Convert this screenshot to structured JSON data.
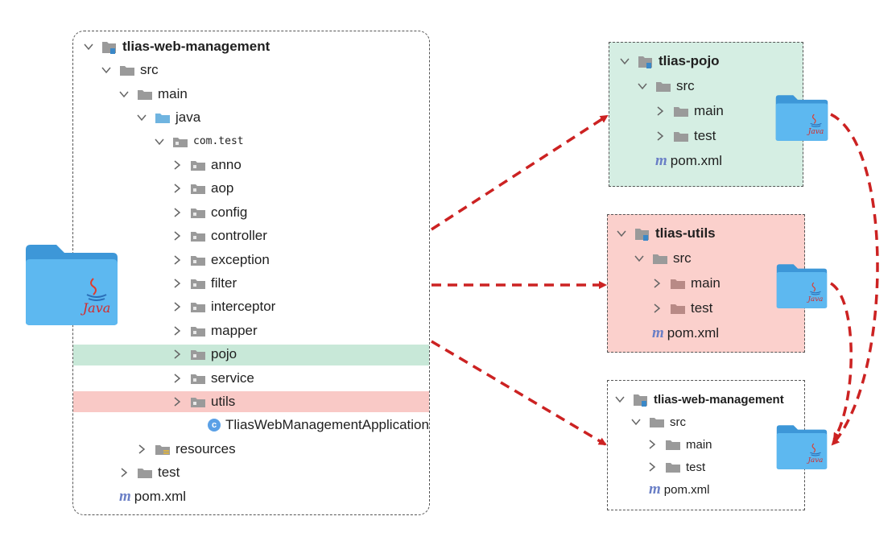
{
  "main_project": {
    "items": [
      {
        "label": "tlias-web-management",
        "depth": 0,
        "chev": "down",
        "icon": "module",
        "bold": true
      },
      {
        "label": "src",
        "depth": 1,
        "chev": "down",
        "icon": "folder"
      },
      {
        "label": "main",
        "depth": 2,
        "chev": "down",
        "icon": "folder"
      },
      {
        "label": "java",
        "depth": 3,
        "chev": "down",
        "icon": "folder-blue"
      },
      {
        "label": "com.test",
        "depth": 4,
        "chev": "down",
        "icon": "package",
        "mono": true
      },
      {
        "label": "anno",
        "depth": 5,
        "chev": "right",
        "icon": "package"
      },
      {
        "label": "aop",
        "depth": 5,
        "chev": "right",
        "icon": "package"
      },
      {
        "label": "config",
        "depth": 5,
        "chev": "right",
        "icon": "package"
      },
      {
        "label": "controller",
        "depth": 5,
        "chev": "right",
        "icon": "package"
      },
      {
        "label": "exception",
        "depth": 5,
        "chev": "right",
        "icon": "package"
      },
      {
        "label": "filter",
        "depth": 5,
        "chev": "right",
        "icon": "package"
      },
      {
        "label": "interceptor",
        "depth": 5,
        "chev": "right",
        "icon": "package"
      },
      {
        "label": "mapper",
        "depth": 5,
        "chev": "right",
        "icon": "package"
      },
      {
        "label": "pojo",
        "depth": 5,
        "chev": "right",
        "icon": "package",
        "highlight": "green"
      },
      {
        "label": "service",
        "depth": 5,
        "chev": "right",
        "icon": "package"
      },
      {
        "label": "utils",
        "depth": 5,
        "chev": "right",
        "icon": "package",
        "highlight": "red"
      },
      {
        "label": "TliasWebManagementApplication",
        "depth": 6,
        "chev": "none",
        "icon": "class"
      },
      {
        "label": "resources",
        "depth": 3,
        "chev": "right",
        "icon": "folder-res"
      },
      {
        "label": "test",
        "depth": 2,
        "chev": "right",
        "icon": "folder"
      },
      {
        "label": "pom.xml",
        "depth": 1,
        "chev": "none",
        "icon": "maven"
      }
    ]
  },
  "pojo_module": {
    "items": [
      {
        "label": "tlias-pojo",
        "depth": 0,
        "chev": "down",
        "icon": "module",
        "bold": true
      },
      {
        "label": "src",
        "depth": 1,
        "chev": "down",
        "icon": "folder"
      },
      {
        "label": "main",
        "depth": 2,
        "chev": "right",
        "icon": "folder"
      },
      {
        "label": "test",
        "depth": 2,
        "chev": "right",
        "icon": "folder"
      },
      {
        "label": "pom.xml",
        "depth": 1,
        "chev": "none",
        "icon": "maven"
      }
    ]
  },
  "utils_module": {
    "items": [
      {
        "label": "tlias-utils",
        "depth": 0,
        "chev": "down",
        "icon": "module",
        "bold": true
      },
      {
        "label": "src",
        "depth": 1,
        "chev": "down",
        "icon": "folder"
      },
      {
        "label": "main",
        "depth": 2,
        "chev": "right",
        "icon": "folder-red"
      },
      {
        "label": "test",
        "depth": 2,
        "chev": "right",
        "icon": "folder-red"
      },
      {
        "label": "pom.xml",
        "depth": 1,
        "chev": "none",
        "icon": "maven"
      }
    ]
  },
  "web_module": {
    "items": [
      {
        "label": "tlias-web-management",
        "depth": 0,
        "chev": "down",
        "icon": "module",
        "bold": true
      },
      {
        "label": "src",
        "depth": 1,
        "chev": "down",
        "icon": "folder"
      },
      {
        "label": "main",
        "depth": 2,
        "chev": "right",
        "icon": "folder"
      },
      {
        "label": "test",
        "depth": 2,
        "chev": "right",
        "icon": "folder"
      },
      {
        "label": "pom.xml",
        "depth": 1,
        "chev": "none",
        "icon": "maven"
      }
    ]
  },
  "java_folder_label": "Java",
  "maven_glyph": "m",
  "class_glyph": "c",
  "colors": {
    "green_highlight": "#c8e8d8",
    "red_highlight": "#f9c9c6",
    "pojo_panel": "#d5eee3",
    "utils_panel": "#fbd0cc",
    "arrow": "#cc2222",
    "folder_blue": "#4aa8ea"
  }
}
